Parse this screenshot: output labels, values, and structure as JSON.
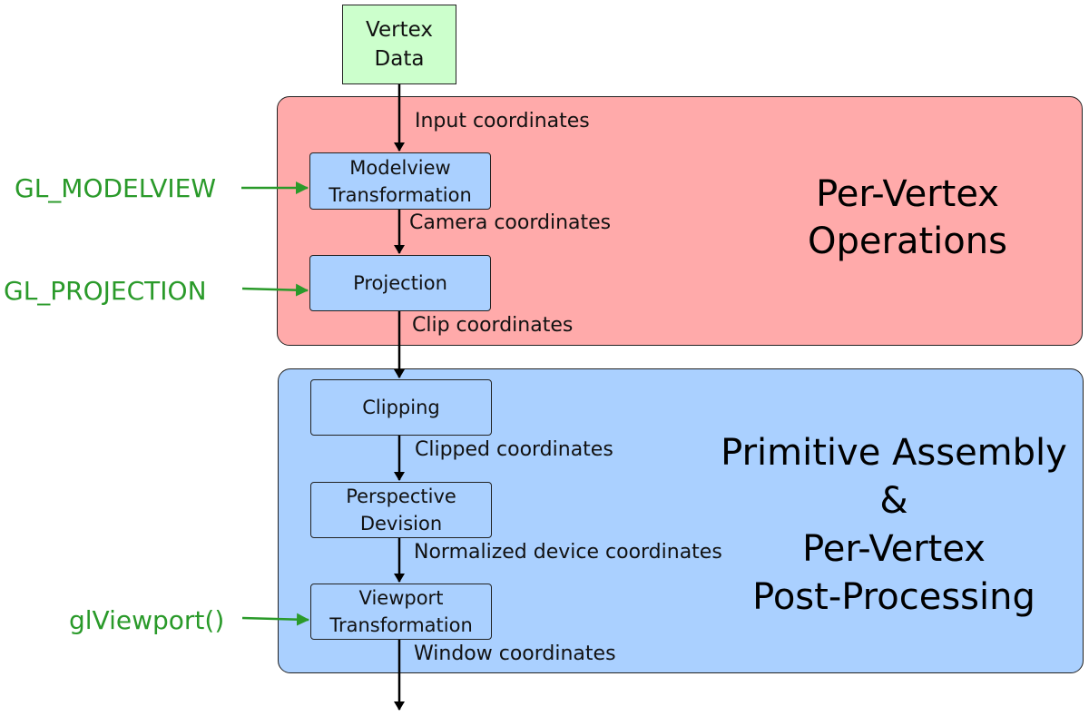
{
  "diagram": {
    "regions": {
      "per_vertex": {
        "title": "Per-Vertex\nOperations",
        "color": "#ffaaaa"
      },
      "primitive": {
        "title": "Primitive Assembly\n&\nPer-Vertex\nPost-Processing",
        "color": "#aad0ff"
      }
    },
    "nodes": {
      "vertex_data": "Vertex\nData",
      "modelview": "Modelview\nTransformation",
      "projection": "Projection",
      "clipping": "Clipping",
      "perspective": "Perspective\nDevision",
      "viewport": "Viewport\nTransformation"
    },
    "edges": {
      "input": "Input coordinates",
      "camera": "Camera coordinates",
      "clip": "Clip coordinates",
      "clipped": "Clipped coordinates",
      "ndc": "Normalized device coordinates",
      "window": "Window coordinates"
    },
    "side_inputs": {
      "modelview": "GL_MODELVIEW",
      "projection": "GL_PROJECTION",
      "viewport": "glViewport()"
    },
    "colors": {
      "input_node": "#ccffcc",
      "stage_node": "#aad0ff",
      "side_input": "#2a9a2a",
      "flow_arrow": "#000000"
    }
  }
}
